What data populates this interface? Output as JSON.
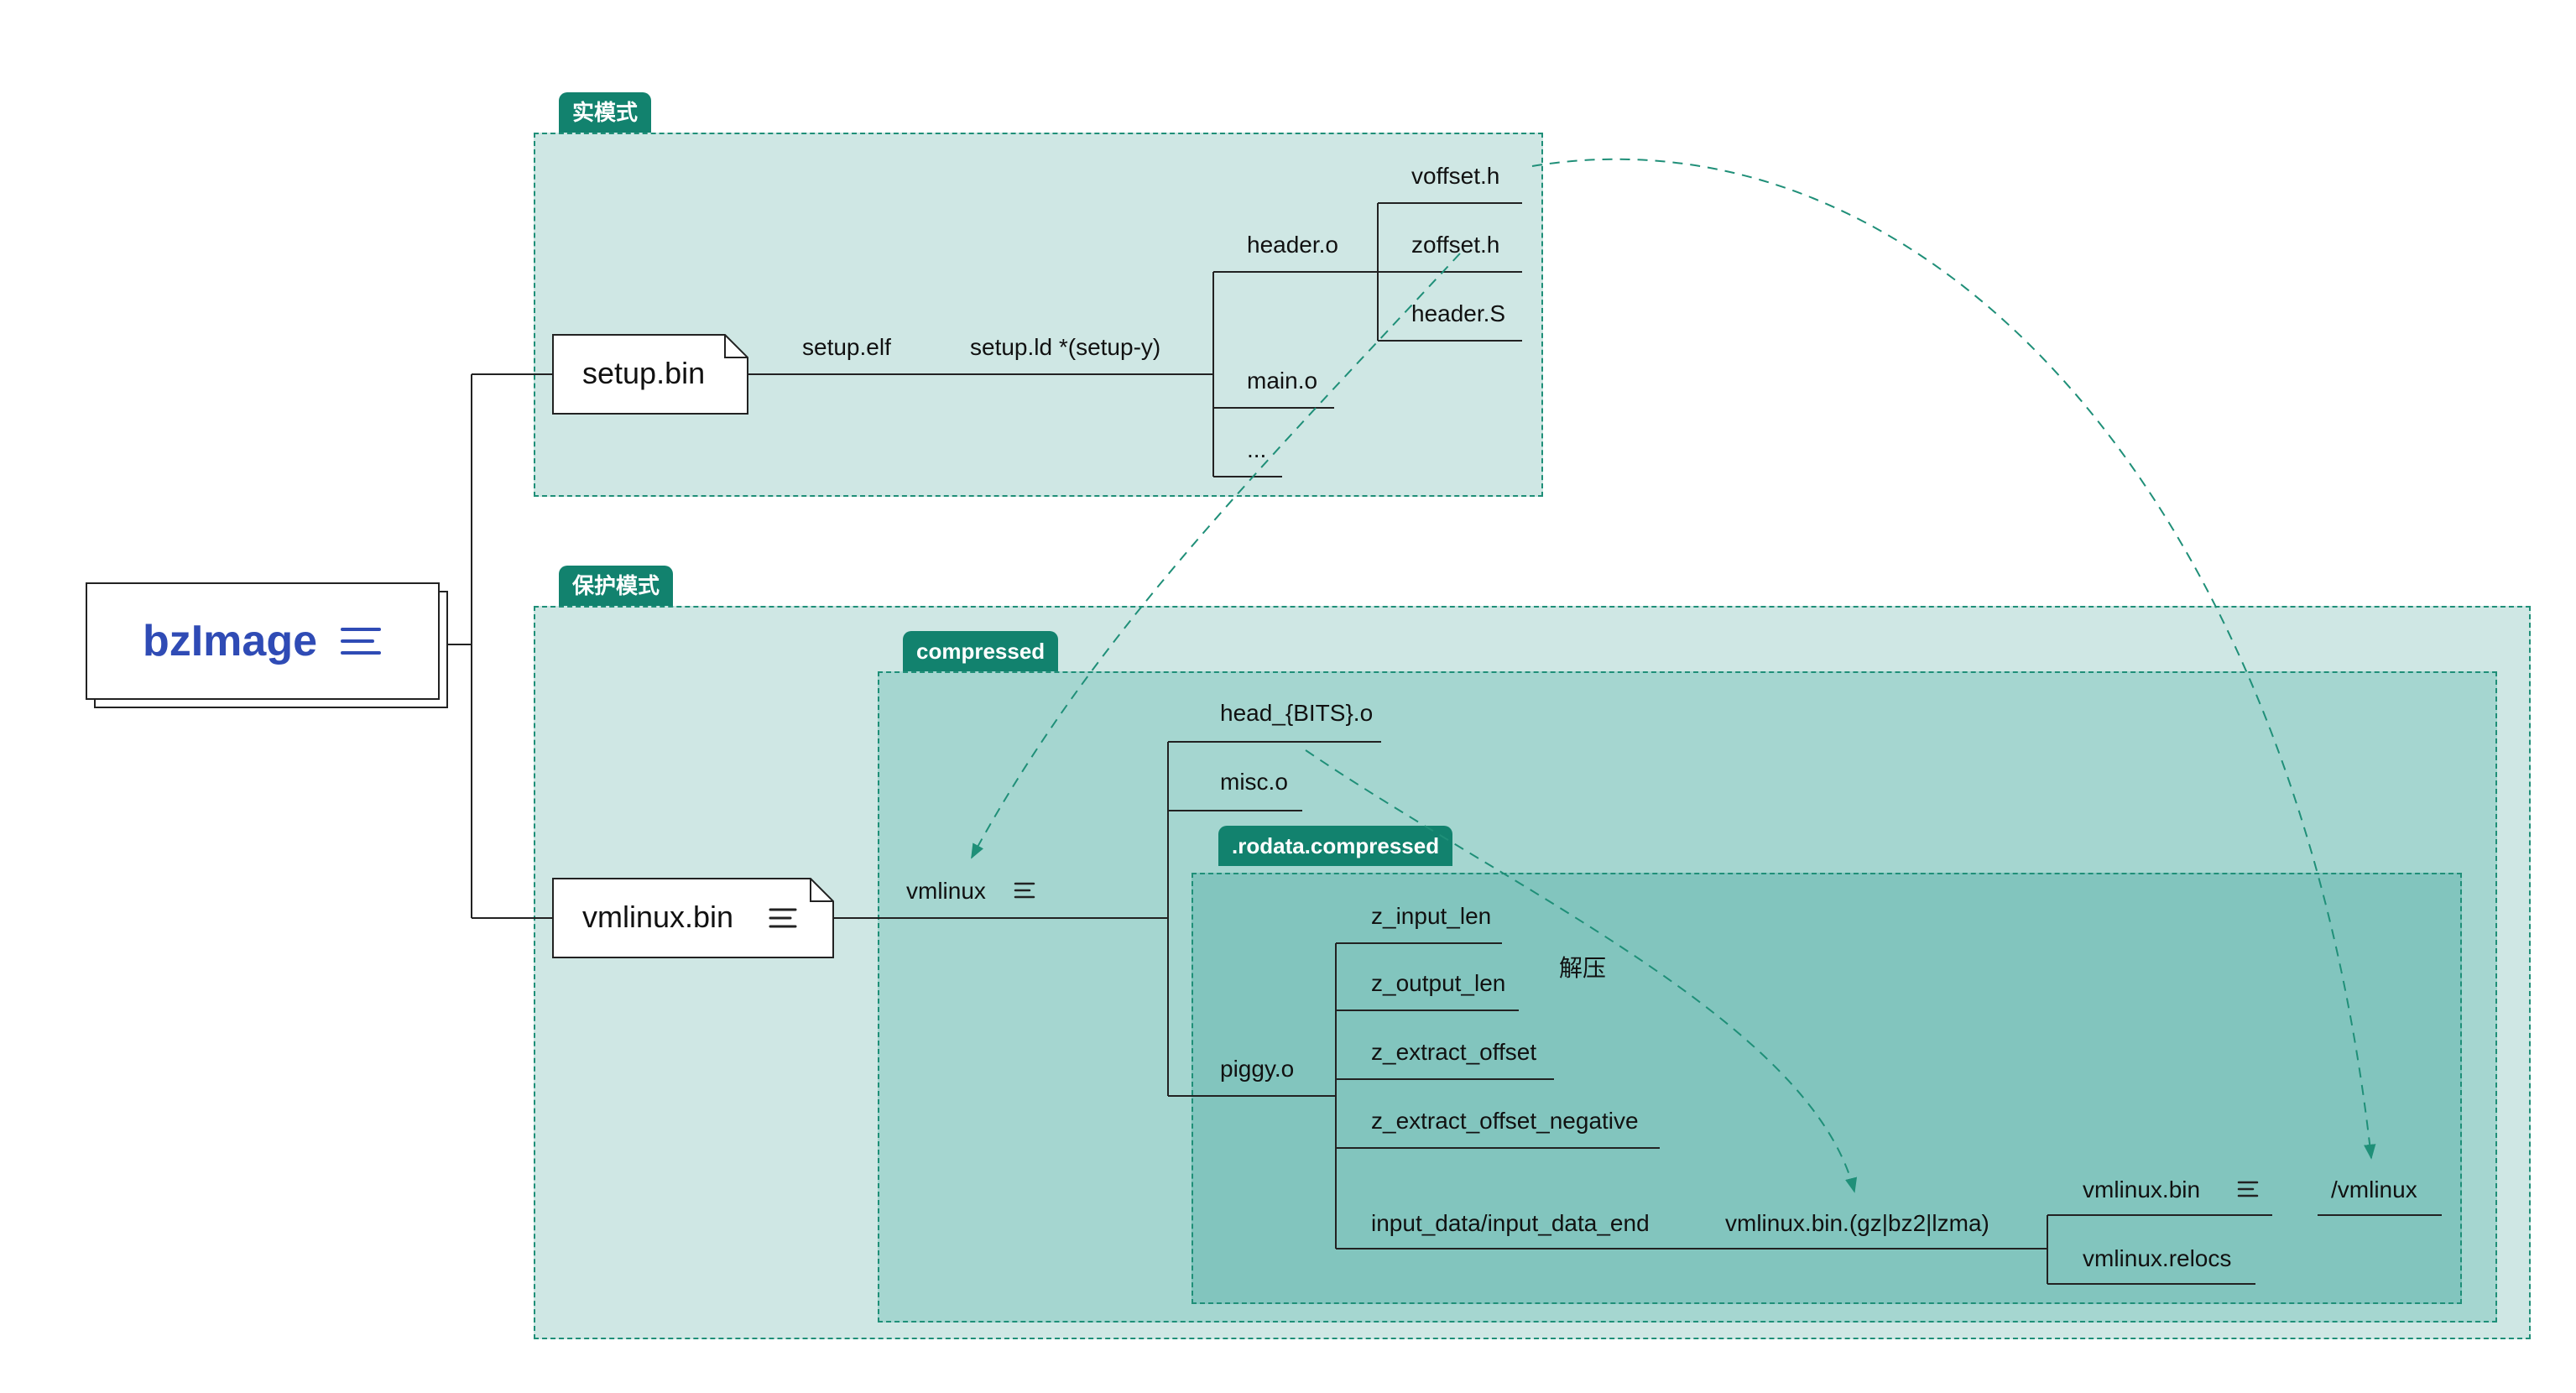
{
  "root": {
    "label": "bzImage",
    "icon": "notes-lines-icon"
  },
  "real_mode": {
    "tag": "实模式",
    "setup_bin": "setup.bin",
    "setup_elf": "setup.elf",
    "setup_ld": "setup.ld *(setup-y)",
    "header_o": "header.o",
    "main_o": "main.o",
    "ellipsis": "...",
    "voffset_h": "voffset.h",
    "zoffset_h": "zoffset.h",
    "header_S": "header.S"
  },
  "protected_mode": {
    "tag": "保护模式",
    "vmlinux_bin": "vmlinux.bin",
    "compressed": {
      "tag": "compressed",
      "vmlinux": "vmlinux",
      "head_bits_o": "head_{BITS}.o",
      "misc_o": "misc.o",
      "piggy_o": "piggy.o",
      "rodata": {
        "tag": ".rodata.compressed",
        "z_input_len": "z_input_len",
        "z_output_len": "z_output_len",
        "z_extract_offset": "z_extract_offset",
        "z_extract_offset_negative": "z_extract_offset_negative",
        "input_data": "input_data/input_data_end",
        "vmlinux_bin_compressed": "vmlinux.bin.(gz|bz2|lzma)",
        "vmlinux_bin": "vmlinux.bin",
        "vmlinux_relocs": "vmlinux.relocs",
        "slash_vmlinux": "/vmlinux"
      }
    }
  },
  "annotations": {
    "decompress": "解压"
  },
  "colors": {
    "accent": "#12826e",
    "region_light": "#cfe7e4",
    "region_mid": "#a5d6d0",
    "region_dark": "#82c5be",
    "root_text": "#2f4bb5"
  }
}
